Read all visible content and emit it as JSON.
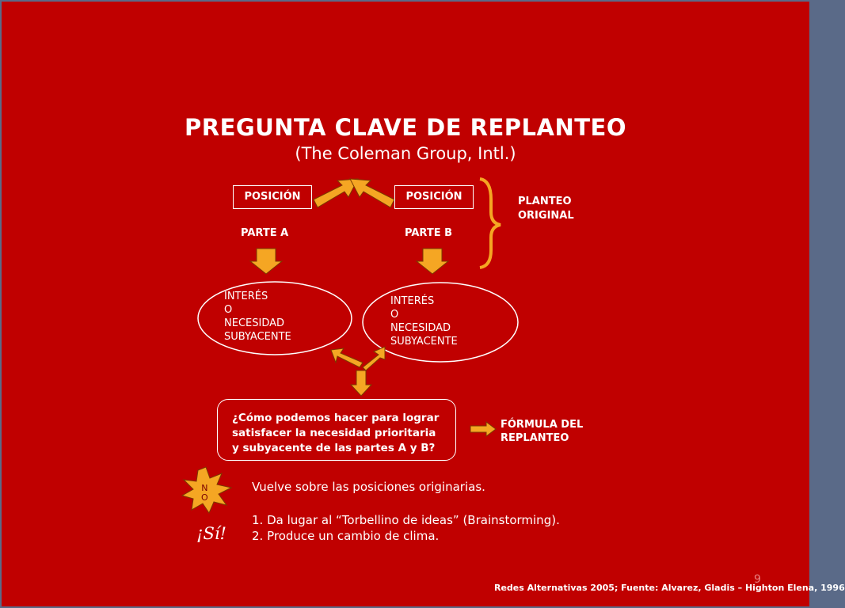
{
  "title": "PREGUNTA CLAVE DE REPLANTEO",
  "subtitle": "(The Coleman Group, Intl.)",
  "position_a": "POSICIÓN",
  "position_b": "POSICIÓN",
  "part_a": "PARTE A",
  "part_b": "PARTE B",
  "original_line1": "PLANTEO",
  "original_line2": "ORIGINAL",
  "interest_a": [
    "INTERÉS",
    "O",
    "NECESIDAD",
    "SUBYACENTE"
  ],
  "interest_b": [
    "INTERÉS",
    "O",
    "NECESIDAD",
    "SUBYACENTE"
  ],
  "question": [
    "¿Cómo podemos hacer para lograr",
    "satisfacer la necesidad prioritaria",
    "y subyacente de las partes A y B?"
  ],
  "formula_line1": "FÓRMULA DEL",
  "formula_line2": "REPLANTEO",
  "starburst_letters": [
    "N",
    "O"
  ],
  "si": "¡Sí!",
  "no_text": "Vuelve sobre las posiciones originarias.",
  "yes_items": [
    "1. Da lugar al “Torbellino de ideas” (Brainstorming).",
    "2. Produce un cambio de clima."
  ],
  "footer": "Redes Alternativas 2005; Fuente: Alvarez, Gladis – Highton Elena, 1996",
  "page_number": "9",
  "colors": {
    "background": "#c00000",
    "arrow_fill": "#f5a623",
    "arrow_stroke": "#7a3a00",
    "brace": "#f5a623"
  }
}
